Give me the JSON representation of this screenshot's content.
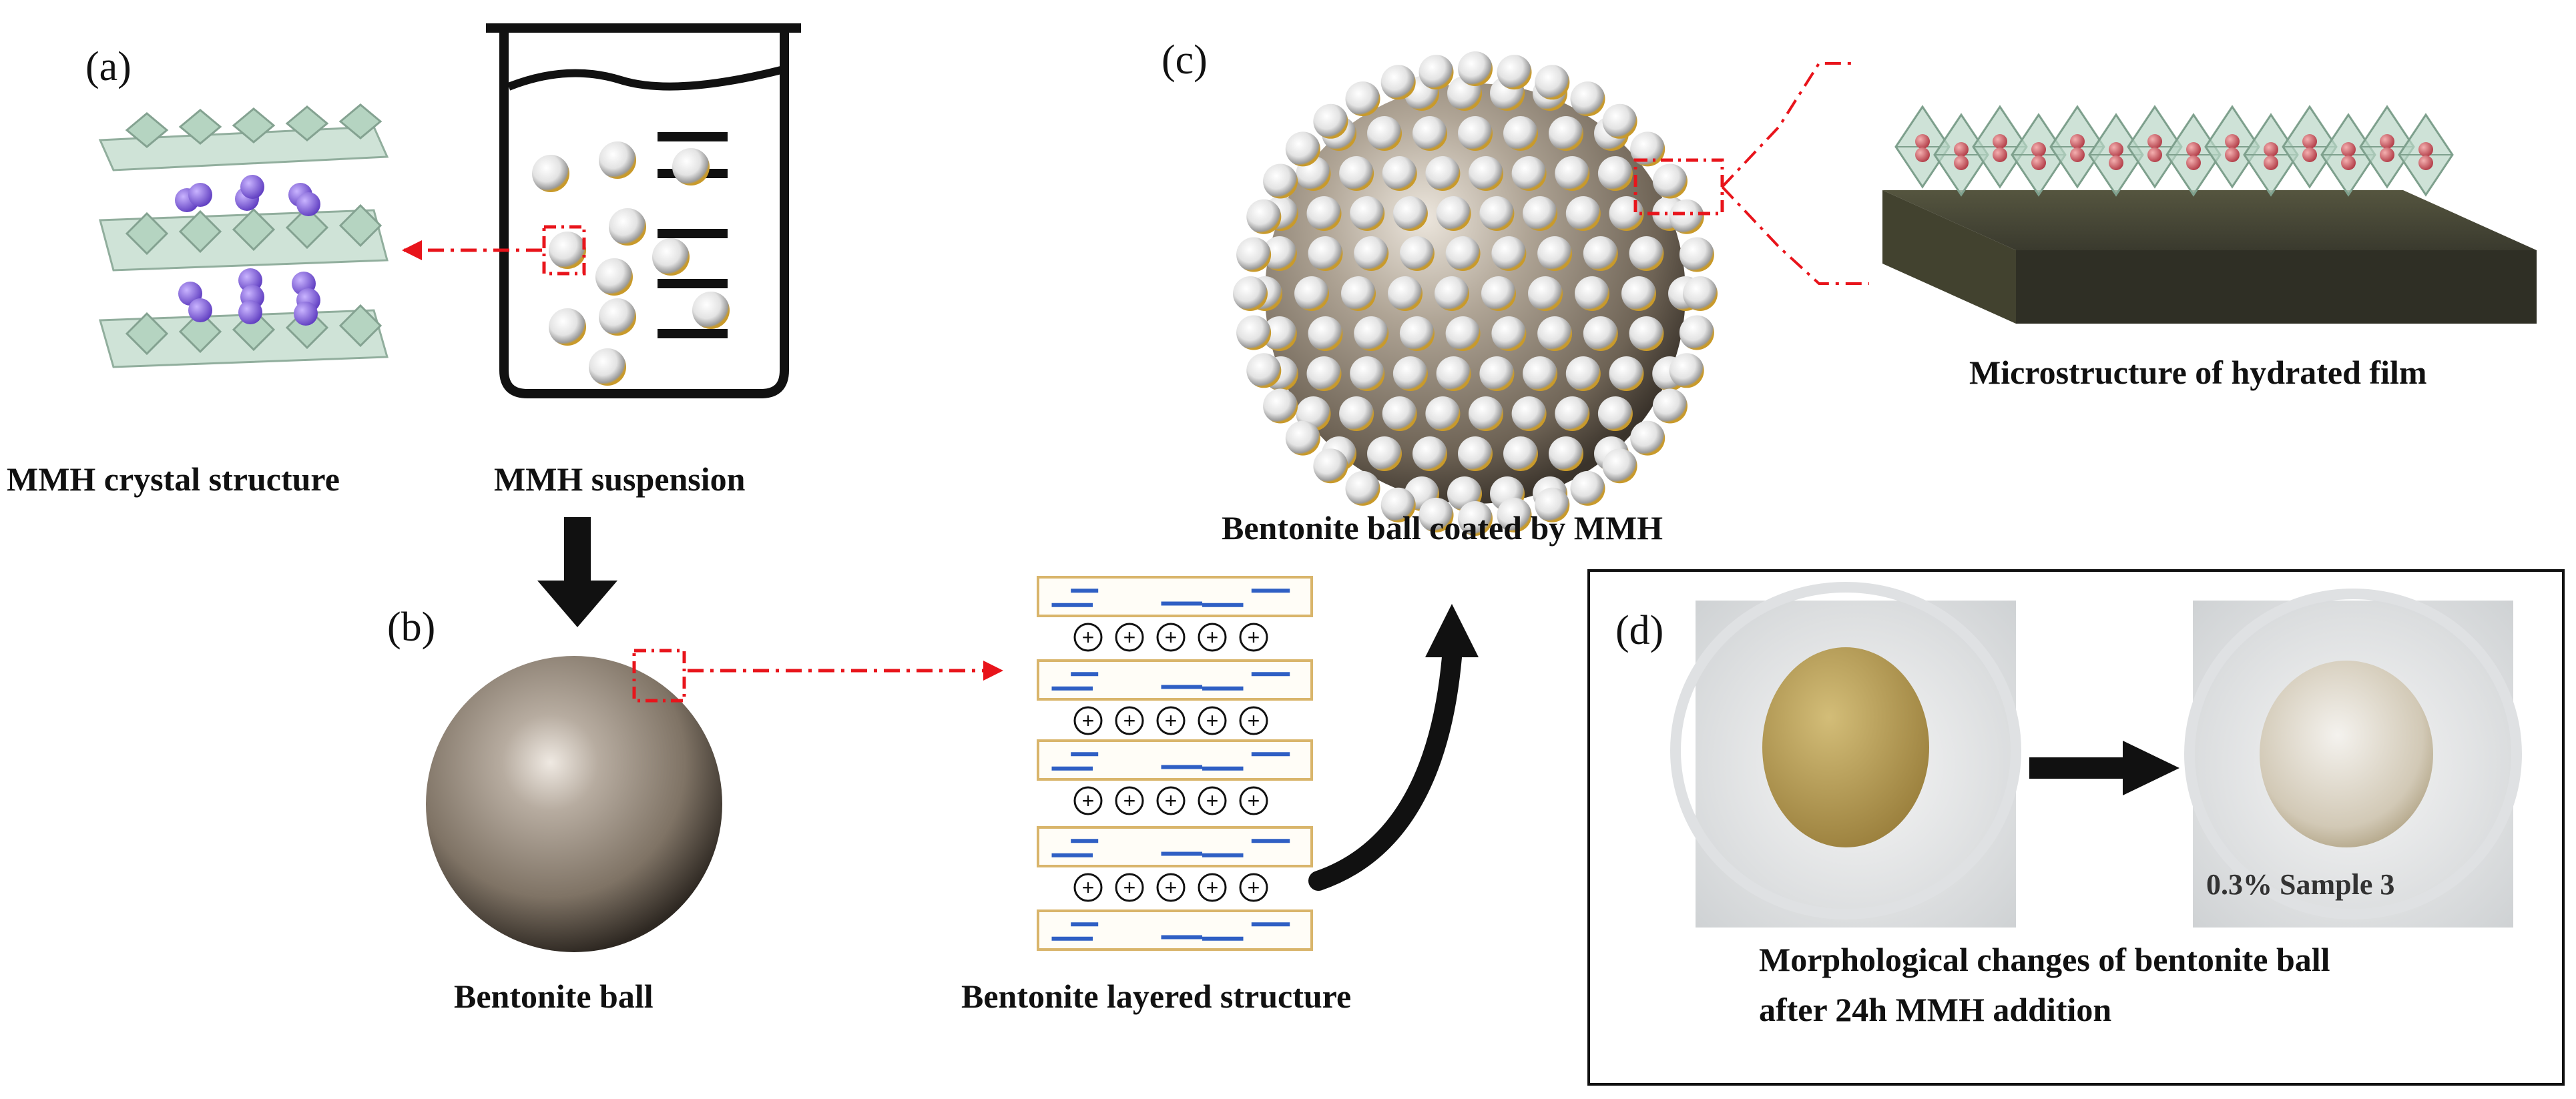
{
  "panels": {
    "a": "(a)",
    "b": "(b)",
    "c": "(c)",
    "d": "(d)"
  },
  "captions": {
    "mmh_crystal": "MMH crystal structure",
    "mmh_suspension": "MMH suspension",
    "bentonite_ball": "Bentonite ball",
    "layered_structure": "Bentonite layered structure",
    "coated_ball": "Bentonite  ball coated by MMH",
    "hydrated_film": "Microstructure of hydrated film",
    "morph_line1": "Morphological changes of bentonite ball",
    "morph_line2": "after 24h MMH addition"
  },
  "photo_label": "0.3% Sample 3",
  "cation_symbol": "+",
  "colors": {
    "red_dash": "#e8141b",
    "octahedra": "#b9d6c6",
    "purple_ions": "#8a63d8",
    "sphere_body": "#8e8274",
    "small_sphere_rim": "#c99a2a",
    "clay_line": "#2f5fc4",
    "clay_box": "#d9b56b",
    "film_slab": "#4a4a3c",
    "photo_ball_before": "#b49a55",
    "photo_ball_after": "#d8d2c6"
  }
}
